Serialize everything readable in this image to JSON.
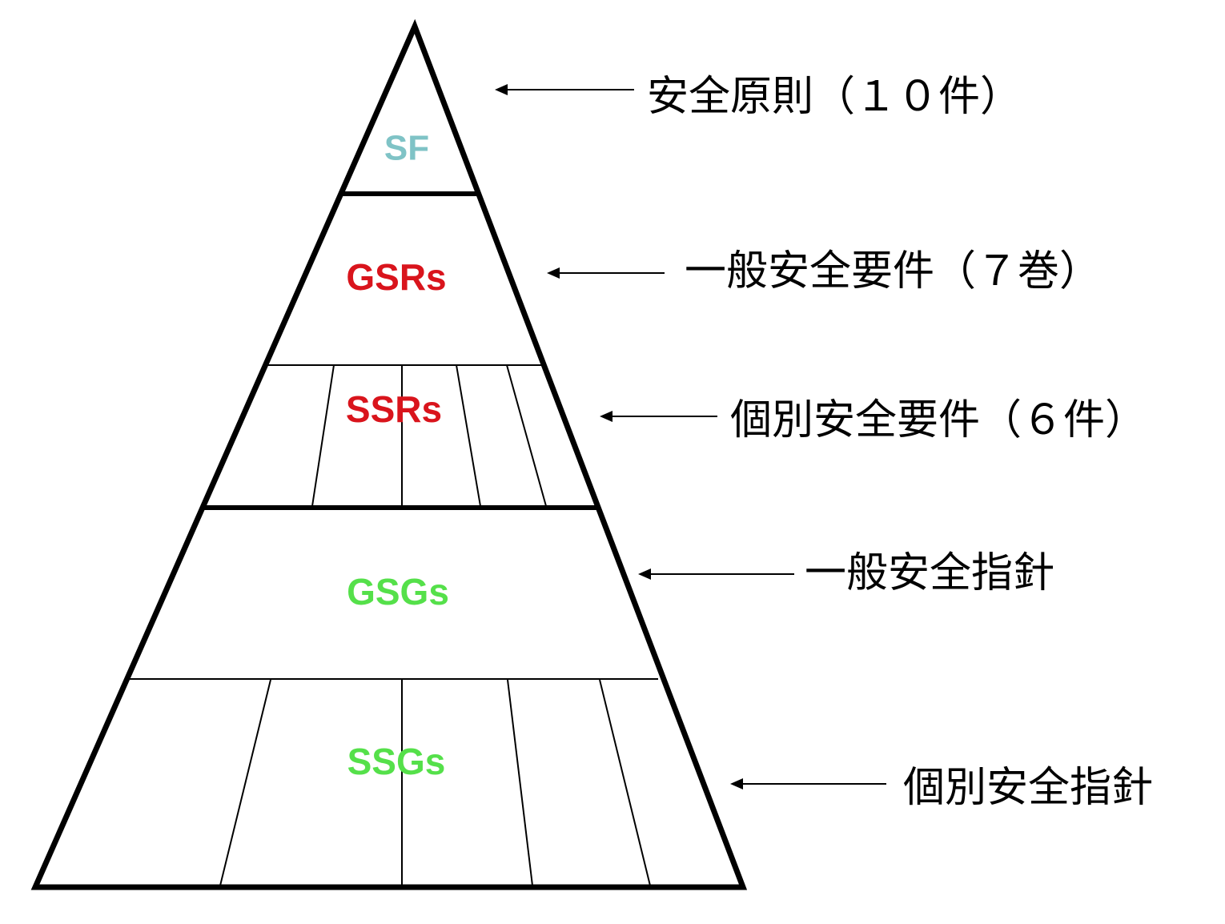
{
  "colors": {
    "sf": "#7fc3c6",
    "requirements": "#d9141c",
    "guides": "#55e04a",
    "outline": "#000000"
  },
  "tiers": [
    {
      "abbr": "SF",
      "description": "安全原則（１０件）"
    },
    {
      "abbr": "GSRs",
      "description": "一般安全要件（７巻）"
    },
    {
      "abbr": "SSRs",
      "description": "個別安全要件（６件）"
    },
    {
      "abbr": "GSGs",
      "description": "一般安全指針"
    },
    {
      "abbr": "SSGs",
      "description": "個別安全指針"
    }
  ]
}
